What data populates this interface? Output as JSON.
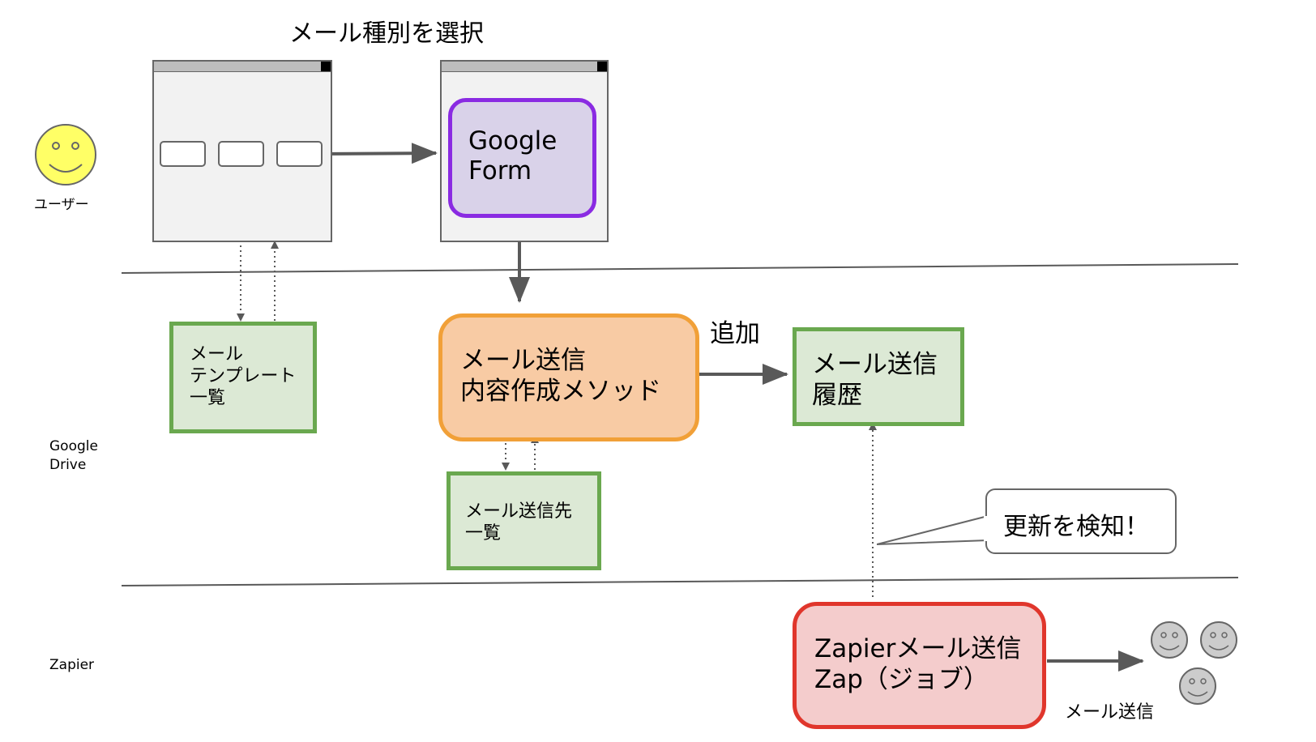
{
  "title": "メール種別を選択",
  "lanes": {
    "user": "ユーザー",
    "drive": "Google\nDrive",
    "zapier": "Zapier"
  },
  "nodes": {
    "google_form": "Google\nForm",
    "template_list": "メール\nテンプレート\n一覧",
    "method": "メール送信\n内容作成メソッド",
    "history": "メール送信\n履歴",
    "recipients": "メール送信先\n一覧",
    "zap": "Zapierメール送信\nZap（ジョブ）"
  },
  "labels": {
    "append": "追加",
    "send_mail": "メール送信"
  },
  "callout": "更新を検知！",
  "colors": {
    "green_fill": "#dce9d5",
    "green_border": "#6aa84f",
    "purple_border": "#8a2be2",
    "orange_border": "#f1a038",
    "red_border": "#e0362c",
    "smiley_user": "#ffff66",
    "smiley_recipient": "#cccccc"
  }
}
